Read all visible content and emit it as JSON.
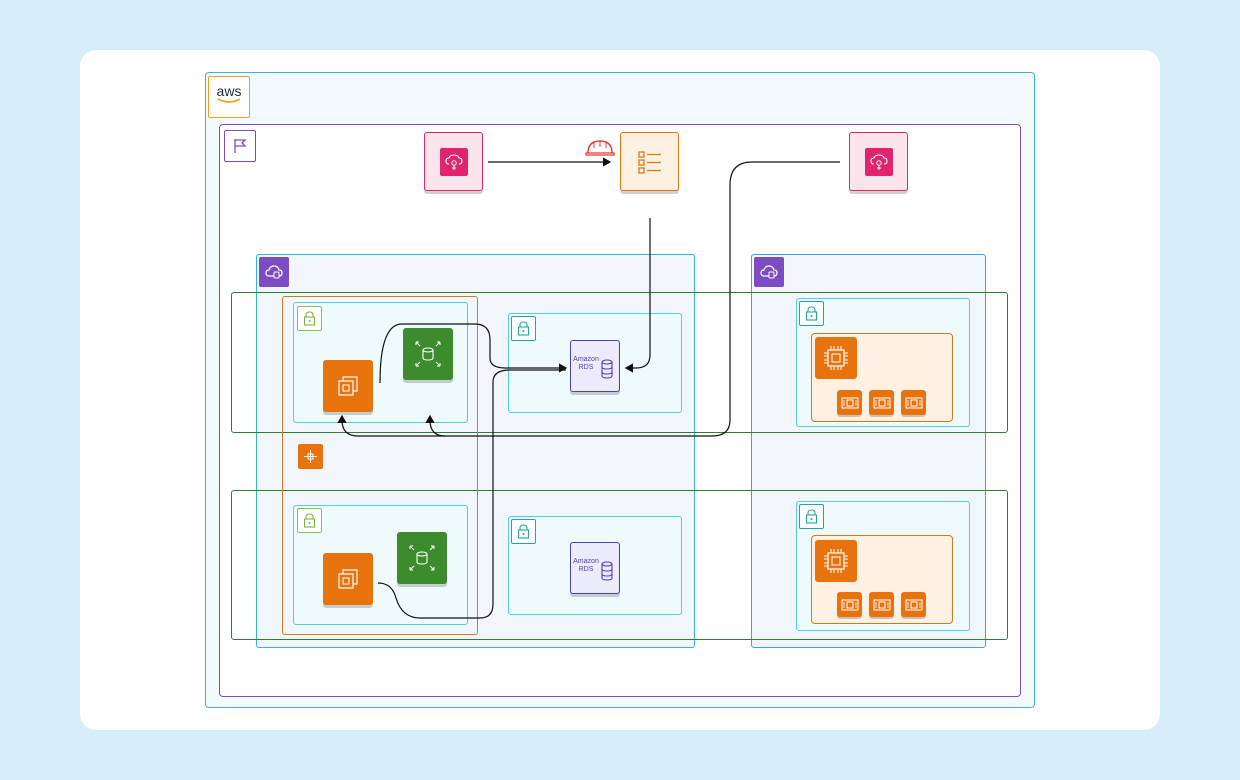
{
  "brand": {
    "logo_text": "aws"
  },
  "colors": {
    "page_bg": "#d6eefa",
    "aws_cloud_border": "#3fb0d6",
    "region_border": "#7d4cc3",
    "vpc_border": "#33b5d4",
    "subnet_border": "#2e7d32",
    "az_border": "#d4781e",
    "sec_group_border": "#4dd0e1",
    "compute_orange": "#e8730c",
    "database_green": "#3c8c2e",
    "management_pink": "#e0256d",
    "rds_purple": "#4b3fb5"
  },
  "nodes": {
    "cloudwatch_left": {
      "icon": "cloud-gear-icon"
    },
    "config_rules": {
      "icon": "checklist-icon"
    },
    "cloudwatch_right": {
      "icon": "cloud-gear-icon"
    },
    "rds_primary_label": "Amazon\nRDS",
    "rds_secondary_label": "Amazon\nRDS"
  }
}
